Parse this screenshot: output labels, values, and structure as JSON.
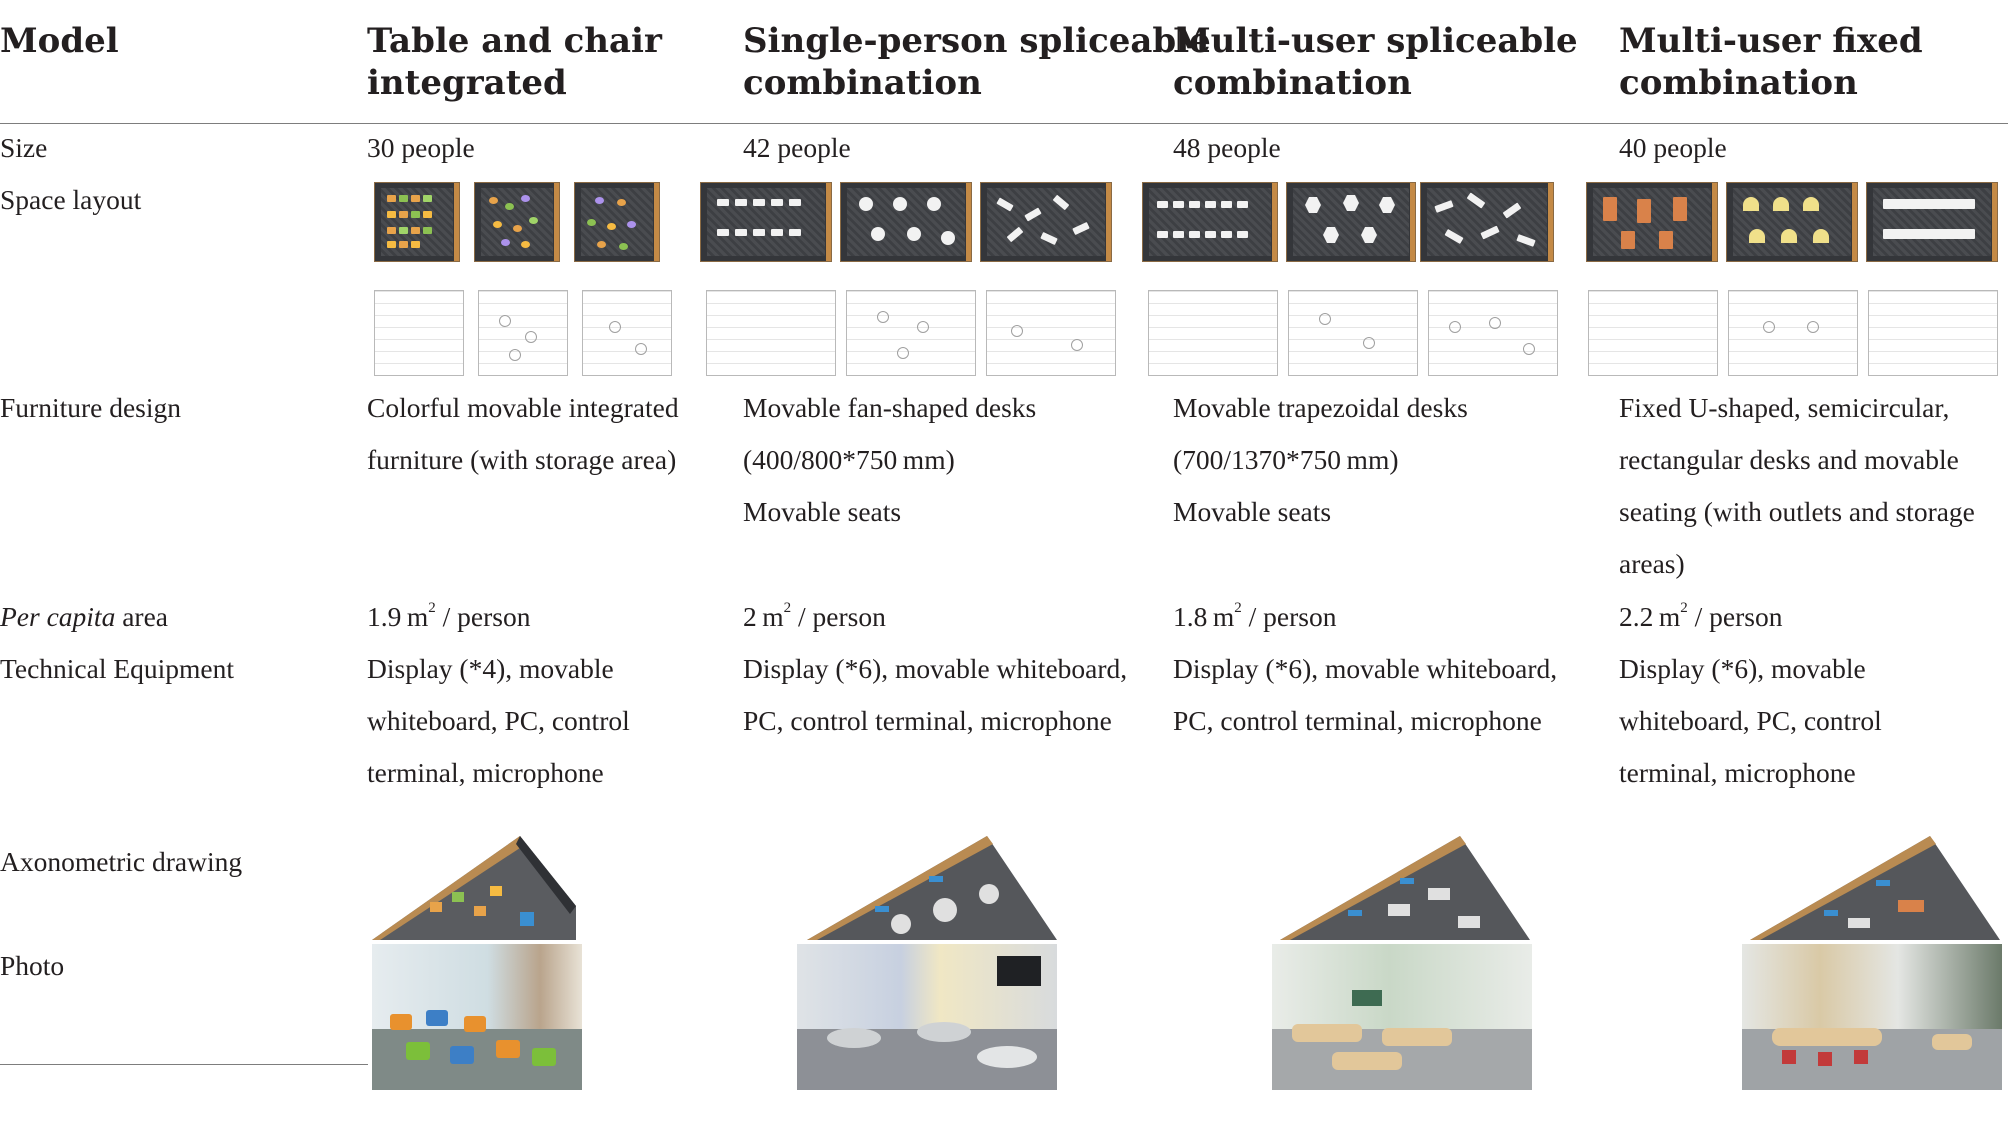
{
  "table": {
    "headers": {
      "model": "Model",
      "col1": [
        "Table and chair",
        "integrated"
      ],
      "col2": [
        "Single-person spliceable",
        "combination"
      ],
      "col3": [
        "Multi-user spliceable",
        "combination"
      ],
      "col4": [
        "Multi-user fixed",
        "combination"
      ]
    },
    "row_labels": {
      "size": "Size",
      "space_layout": "Space layout",
      "furniture_design": "Furniture design",
      "per_capita_italic": "Per capita",
      "per_capita_rest": " area",
      "technical_equipment": "Technical Equipment",
      "axonometric_drawing": "Axonometric drawing",
      "photo": "Photo"
    },
    "size": [
      "30 people",
      "42 people",
      "48 people",
      "40 people"
    ],
    "furniture_design": [
      [
        "Colorful movable integrated",
        "furniture (with storage area)"
      ],
      [
        "Movable fan-shaped desks",
        "(400/800*750 mm)",
        "Movable seats"
      ],
      [
        "Movable trapezoidal desks",
        "(700/1370*750 mm)",
        "Movable seats"
      ],
      [
        "Fixed U-shaped, semicircular,",
        "rectangular desks and movable",
        "seating (with outlets and storage",
        "areas)"
      ]
    ],
    "per_capita_area": [
      {
        "value": "1.9 m",
        "sup": "2",
        "unit": " / person"
      },
      {
        "value": "2 m",
        "sup": "2",
        "unit": " / person"
      },
      {
        "value": "1.8 m",
        "sup": "2",
        "unit": " / person"
      },
      {
        "value": "2.2 m",
        "sup": "2",
        "unit": " / person"
      }
    ],
    "technical_equipment": [
      [
        "Display (*4), movable",
        "whiteboard, PC, control",
        "terminal, microphone"
      ],
      [
        "Display (*6), movable whiteboard,",
        "PC, control terminal, microphone"
      ],
      [
        "Display (*6), movable whiteboard,",
        "PC, control terminal, microphone"
      ],
      [
        "Display (*6), movable",
        "whiteboard, PC, control",
        "terminal, microphone"
      ]
    ]
  },
  "colors": {
    "rule": "#7d7d7d",
    "text": "#231f20",
    "plan_dark": "#34363a",
    "plan_wall": "#c48a46"
  }
}
